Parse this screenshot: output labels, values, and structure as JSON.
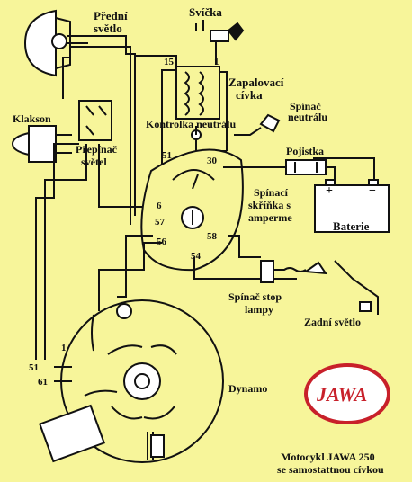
{
  "labels": {
    "headlight": [
      "Přední",
      "světlo"
    ],
    "spark_plug": "Svíčka",
    "ignition_coil": [
      "Zapalovací",
      "cívka"
    ],
    "horn": "Klakson",
    "light_switch": [
      "Přepínač",
      "světel"
    ],
    "neutral_lamp": "Kontrolka neutrálu",
    "neutral_switch": [
      "Spínač",
      "neutrálu"
    ],
    "fuse": "Pojistka",
    "switch_box": [
      "Spínací",
      "skříňka s",
      "amperme"
    ],
    "battery": "Baterie",
    "stop_switch": [
      "Spínač stop",
      "lampy"
    ],
    "tail_light": "Zadní světlo",
    "dynamo": "Dynamo",
    "logo": "JAWA",
    "caption": [
      "Motocykl JAWA 250",
      "se samostattnou cívkou"
    ]
  },
  "terminals": {
    "t15": "15",
    "t1": "1",
    "t51": "51",
    "t30": "30",
    "t6": "6",
    "t57": "57",
    "t56": "56",
    "t58": "58",
    "t54": "54",
    "d1": "1",
    "d51": "51",
    "d61": "61"
  },
  "battery_signs": {
    "plus": "+",
    "minus": "−"
  },
  "colors": {
    "background": "#f7f59a",
    "line": "#111111",
    "logo_red": "#c8202a",
    "fuse_fill": "#ffffff"
  }
}
